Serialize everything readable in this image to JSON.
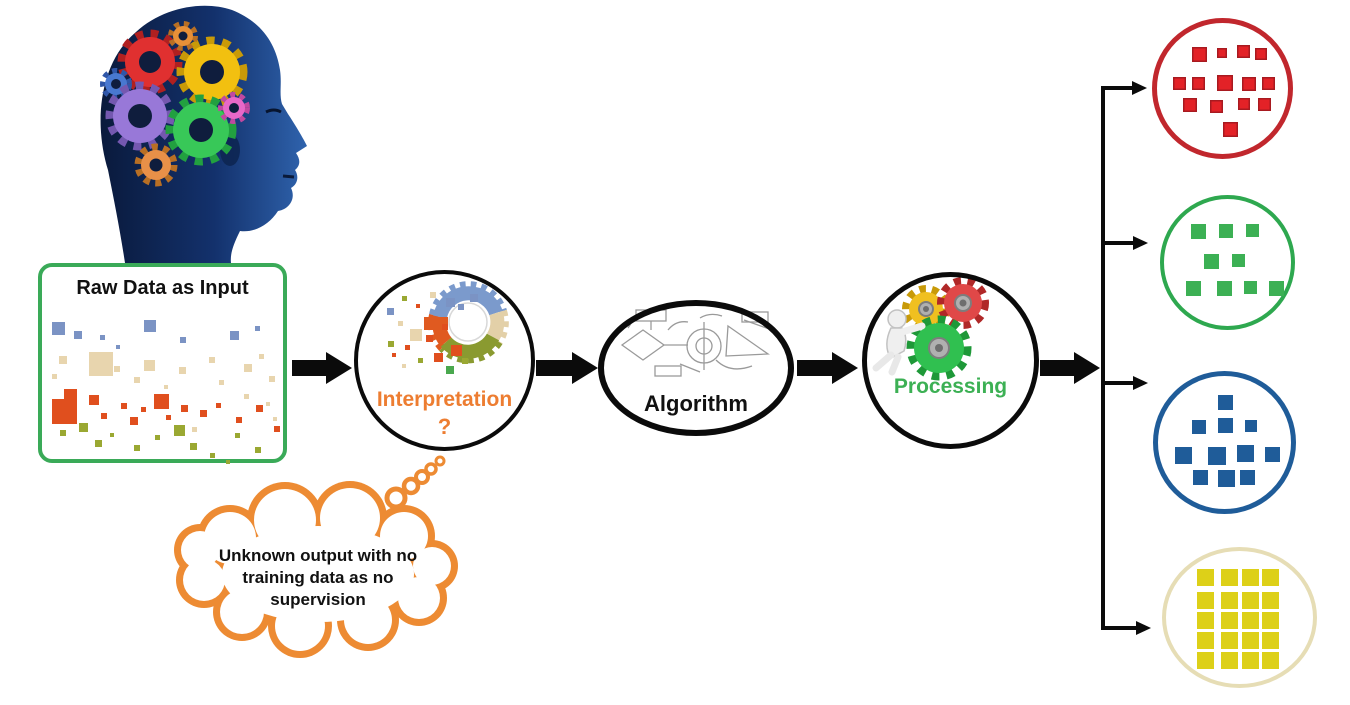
{
  "palette": {
    "blue": "#7b93c4",
    "tan": "#e8d5ae",
    "orange": "#e04f1e",
    "olive": "#9aa832",
    "green2": "#4aa84e"
  },
  "input_box": {
    "title": "Raw Data as Input",
    "border_color": "#3aaa58",
    "squares": [
      [
        10,
        55,
        13,
        "blue"
      ],
      [
        32,
        64,
        8,
        "blue"
      ],
      [
        58,
        68,
        5,
        "blue"
      ],
      [
        74,
        78,
        4,
        "blue"
      ],
      [
        102,
        53,
        12,
        "blue"
      ],
      [
        138,
        70,
        6,
        "blue"
      ],
      [
        188,
        64,
        9,
        "blue"
      ],
      [
        213,
        59,
        5,
        "blue"
      ],
      [
        17,
        89,
        8,
        "tan"
      ],
      [
        47,
        85,
        24,
        "tan"
      ],
      [
        72,
        99,
        6,
        "tan"
      ],
      [
        102,
        93,
        11,
        "tan"
      ],
      [
        137,
        100,
        7,
        "tan"
      ],
      [
        167,
        90,
        6,
        "tan"
      ],
      [
        202,
        97,
        8,
        "tan"
      ],
      [
        217,
        87,
        5,
        "tan"
      ],
      [
        10,
        107,
        5,
        "tan"
      ],
      [
        92,
        110,
        6,
        "tan"
      ],
      [
        122,
        118,
        4,
        "tan"
      ],
      [
        177,
        113,
        5,
        "tan"
      ],
      [
        227,
        109,
        6,
        "tan"
      ],
      [
        202,
        127,
        5,
        "tan"
      ],
      [
        224,
        135,
        4,
        "tan"
      ],
      [
        150,
        160,
        5,
        "tan"
      ],
      [
        231,
        150,
        4,
        "tan"
      ],
      [
        22,
        122,
        13,
        "orange"
      ],
      [
        10,
        132,
        25,
        "orange"
      ],
      [
        47,
        128,
        10,
        "orange"
      ],
      [
        79,
        136,
        6,
        "orange"
      ],
      [
        112,
        127,
        15,
        "orange"
      ],
      [
        99,
        140,
        5,
        "orange"
      ],
      [
        59,
        146,
        6,
        "orange"
      ],
      [
        139,
        138,
        7,
        "orange"
      ],
      [
        158,
        143,
        7,
        "orange"
      ],
      [
        88,
        150,
        8,
        "orange"
      ],
      [
        124,
        148,
        5,
        "orange"
      ],
      [
        174,
        136,
        5,
        "orange"
      ],
      [
        194,
        150,
        6,
        "orange"
      ],
      [
        214,
        138,
        7,
        "orange"
      ],
      [
        232,
        159,
        6,
        "orange"
      ],
      [
        18,
        163,
        6,
        "olive"
      ],
      [
        37,
        156,
        9,
        "olive"
      ],
      [
        53,
        173,
        7,
        "olive"
      ],
      [
        68,
        166,
        4,
        "olive"
      ],
      [
        92,
        178,
        6,
        "olive"
      ],
      [
        113,
        168,
        5,
        "olive"
      ],
      [
        132,
        158,
        11,
        "olive"
      ],
      [
        148,
        176,
        7,
        "olive"
      ],
      [
        168,
        186,
        5,
        "olive"
      ],
      [
        193,
        166,
        5,
        "olive"
      ],
      [
        213,
        180,
        6,
        "olive"
      ],
      [
        184,
        193,
        4,
        "olive"
      ]
    ]
  },
  "interpretation": {
    "label": "Interpretation",
    "question_mark": "?",
    "text_color": "#ed7d31",
    "squares": [
      [
        29,
        34,
        7,
        "blue"
      ],
      [
        44,
        22,
        5,
        "olive"
      ],
      [
        58,
        30,
        4,
        "orange"
      ],
      [
        72,
        18,
        6,
        "tan"
      ],
      [
        88,
        24,
        9,
        "blue"
      ],
      [
        100,
        30,
        6,
        "blue"
      ],
      [
        112,
        20,
        8,
        "blue"
      ],
      [
        40,
        47,
        5,
        "tan"
      ],
      [
        52,
        55,
        12,
        "tan"
      ],
      [
        30,
        67,
        6,
        "olive"
      ],
      [
        47,
        71,
        5,
        "orange"
      ],
      [
        68,
        61,
        7,
        "orange"
      ],
      [
        84,
        50,
        6,
        "orange"
      ],
      [
        60,
        84,
        5,
        "olive"
      ],
      [
        76,
        79,
        9,
        "orange"
      ],
      [
        93,
        71,
        11,
        "orange"
      ],
      [
        44,
        90,
        4,
        "tan"
      ],
      [
        88,
        92,
        8,
        "green2"
      ],
      [
        104,
        84,
        6,
        "olive"
      ],
      [
        34,
        79,
        4,
        "orange"
      ]
    ]
  },
  "algorithm": {
    "label": "Algorithm"
  },
  "processing": {
    "label": "Processing",
    "text_color": "#3cb054"
  },
  "thought_cloud": {
    "text": "Unknown output with no training data as no supervision",
    "outline_color": "#ed8b33"
  },
  "clusters": [
    {
      "id": "red",
      "border_color": "#c1272d",
      "square_color": "#e32227",
      "squares": [
        [
          35,
          24,
          15
        ],
        [
          60,
          25,
          10
        ],
        [
          80,
          22,
          13
        ],
        [
          98,
          25,
          12
        ],
        [
          16,
          54,
          13
        ],
        [
          35,
          54,
          13
        ],
        [
          60,
          52,
          16
        ],
        [
          85,
          54,
          14
        ],
        [
          105,
          54,
          13
        ],
        [
          26,
          75,
          14
        ],
        [
          53,
          77,
          13
        ],
        [
          81,
          75,
          12
        ],
        [
          101,
          75,
          13
        ],
        [
          66,
          99,
          15
        ]
      ]
    },
    {
      "id": "green",
      "border_color": "#2ea84f",
      "square_color": "#3cb054",
      "squares": [
        [
          27,
          25,
          15
        ],
        [
          55,
          25,
          14
        ],
        [
          82,
          25,
          13
        ],
        [
          40,
          55,
          15
        ],
        [
          68,
          55,
          13
        ],
        [
          22,
          82,
          15
        ],
        [
          53,
          82,
          15
        ],
        [
          80,
          82,
          13
        ],
        [
          105,
          82,
          15
        ]
      ]
    },
    {
      "id": "blue",
      "border_color": "#1f5c99",
      "square_color": "#1f5c99",
      "squares": [
        [
          60,
          19,
          15
        ],
        [
          34,
          44,
          14
        ],
        [
          60,
          42,
          15
        ],
        [
          87,
          44,
          12
        ],
        [
          17,
          71,
          17
        ],
        [
          50,
          71,
          18
        ],
        [
          79,
          69,
          17
        ],
        [
          107,
          71,
          15
        ],
        [
          35,
          94,
          15
        ],
        [
          60,
          94,
          17
        ],
        [
          82,
          94,
          15
        ]
      ]
    },
    {
      "id": "yellow",
      "border_color": "#e6ddb5",
      "square_color": "#ddd018",
      "squares": [
        [
          31,
          18,
          17
        ],
        [
          55,
          18,
          17
        ],
        [
          76,
          18,
          17
        ],
        [
          96,
          18,
          17
        ],
        [
          31,
          41,
          17
        ],
        [
          55,
          41,
          17
        ],
        [
          76,
          41,
          17
        ],
        [
          96,
          41,
          17
        ],
        [
          31,
          61,
          17
        ],
        [
          55,
          61,
          17
        ],
        [
          76,
          61,
          17
        ],
        [
          96,
          61,
          17
        ],
        [
          31,
          81,
          17
        ],
        [
          55,
          81,
          17
        ],
        [
          76,
          81,
          17
        ],
        [
          96,
          81,
          17
        ],
        [
          31,
          101,
          17
        ],
        [
          55,
          101,
          17
        ],
        [
          76,
          101,
          17
        ],
        [
          96,
          101,
          17
        ]
      ]
    }
  ]
}
